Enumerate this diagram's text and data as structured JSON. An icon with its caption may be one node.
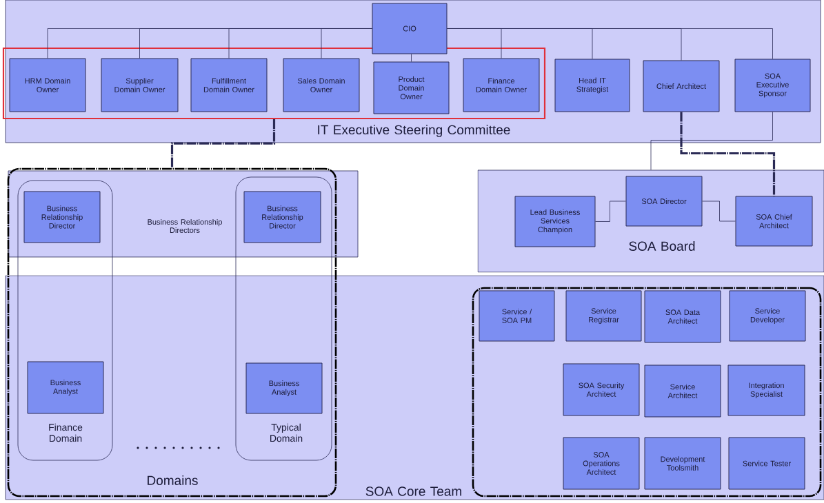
{
  "diagram": {
    "nodes": [
      {
        "text": [
          "IT Executive Steering Committee"
        ]
      },
      {
        "text": [
          "CIO"
        ],
        "in": 0
      },
      {
        "text": [],
        "shape": "box",
        "in": 0
      },
      {
        "text": [
          "HRM Domain Owner"
        ],
        "in": 2
      },
      {
        "text": [
          "Supplier Domain Owner"
        ],
        "in": 2
      },
      {
        "text": [
          "Fulfillment Domain Owner"
        ],
        "in": 2
      },
      {
        "text": [
          "Sales Domain Owner"
        ],
        "in": 2
      },
      {
        "text": [
          "Product Domain Owner"
        ],
        "in": 2
      },
      {
        "text": [
          "Finance Domain Owner"
        ],
        "in": 2
      },
      {
        "text": [
          "Head IT Strategist"
        ],
        "in": 0
      },
      {
        "text": [
          "Chief Architect"
        ],
        "in": 0
      },
      {
        "text": [
          "SOA Executive Sponsor"
        ],
        "in": 0
      },
      {
        "text": [
          "Business Relationship Directors"
        ]
      },
      {
        "text": [
          "Domains"
        ]
      },
      {
        "text": [
          "Finance Domain"
        ],
        "in": 13
      },
      {
        "text": [
          "Business Relationship Director"
        ]
      },
      {
        "text": [
          "Business Analyst"
        ]
      },
      {
        "text": [
          "Typical Domain"
        ],
        "in": 13
      },
      {
        "text": [
          "Business Relationship Director"
        ]
      },
      {
        "text": [
          "Business Analyst"
        ]
      },
      {
        "text": [
          "SOA Board"
        ]
      },
      {
        "text": [
          "Lead Business Services Champion"
        ],
        "in": 20
      },
      {
        "text": [
          "SOA Director"
        ],
        "in": 20
      },
      {
        "text": [
          "SOA Chief Architect"
        ],
        "in": 20
      },
      {
        "text": [
          "SOA Core Team"
        ]
      },
      {
        "text": [],
        "shape": "box",
        "in": 24
      },
      {
        "text": [
          "Service / SOA PM"
        ],
        "in": 25
      },
      {
        "text": [
          "Service Registrar"
        ],
        "in": 25
      },
      {
        "text": [
          "SOA Data Architect"
        ],
        "in": 25
      },
      {
        "text": [
          "Service Developer"
        ],
        "in": 25
      },
      {
        "text": [
          "SOA Security Architect"
        ],
        "in": 25
      },
      {
        "text": [
          "Service Architect"
        ],
        "in": 25
      },
      {
        "text": [
          "Integration Specialist"
        ],
        "in": 25
      },
      {
        "text": [
          "SOA Operations Architect"
        ],
        "in": 25
      },
      {
        "text": [
          "Development Toolsmith"
        ],
        "in": 25
      },
      {
        "text": [
          "Service Tester"
        ],
        "in": 25
      }
    ],
    "edges": [
      {
        "from": 1,
        "to": 3,
        "arrow": "none"
      },
      {
        "from": 1,
        "to": 4,
        "arrow": "none"
      },
      {
        "from": 1,
        "to": 5,
        "arrow": "none"
      },
      {
        "from": 1,
        "to": 6,
        "arrow": "none"
      },
      {
        "from": 1,
        "to": 7,
        "arrow": "none"
      },
      {
        "from": 1,
        "to": 8,
        "arrow": "none"
      },
      {
        "from": 1,
        "to": 9,
        "arrow": "none"
      },
      {
        "from": 1,
        "to": 10,
        "arrow": "none"
      },
      {
        "from": 1,
        "to": 11,
        "arrow": "none"
      },
      {
        "from": 2,
        "to": 13,
        "arrow": "none",
        "style": "dashed"
      },
      {
        "from": 10,
        "to": 23,
        "arrow": "none",
        "style": "dashed"
      },
      {
        "from": 11,
        "to": 20,
        "arrow": "none"
      },
      {
        "from": 21,
        "to": 22,
        "arrow": "none"
      },
      {
        "from": 22,
        "to": 23,
        "arrow": "none"
      }
    ]
  }
}
